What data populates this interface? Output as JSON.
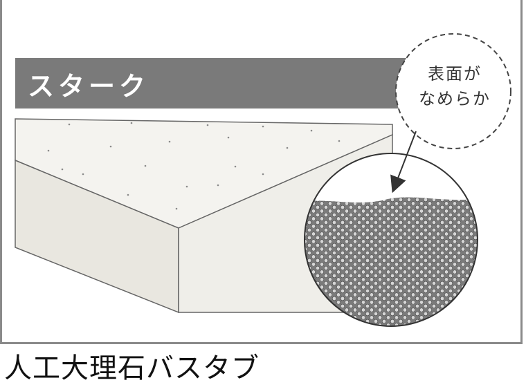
{
  "banner": {
    "label": "スターク",
    "color": "#7a7a7a"
  },
  "callout": {
    "line1": "表面が",
    "line2": "なめらか"
  },
  "caption": {
    "text": "人工大理石バスタブ"
  },
  "colors": {
    "slab_top": "#f4f3ef",
    "slab_side": "#e6e4dd",
    "slab_front": "#efeee9",
    "outline": "#555555",
    "texture_bg": "#7b7b7b"
  }
}
